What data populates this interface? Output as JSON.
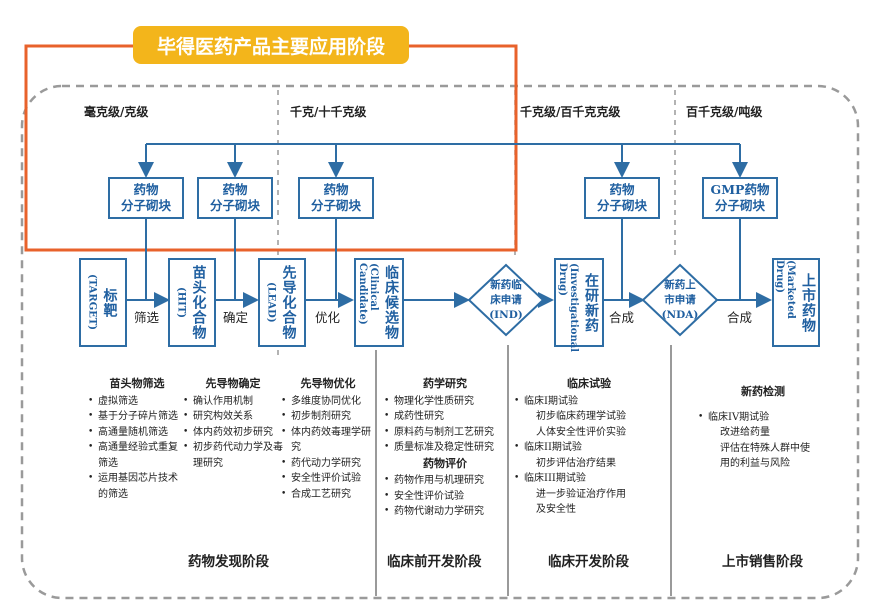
{
  "title": "毕得医药产品主要应用阶段",
  "scales": [
    "毫克级/克级",
    "千克/十千克级",
    "千克级/百千克克级",
    "百千克级/吨级"
  ],
  "molecule_boxes": [
    [
      "药物",
      "分子砌块"
    ],
    [
      "药物",
      "分子砌块"
    ],
    [
      "药物",
      "分子砌块"
    ],
    [
      "药物",
      "分子砌块"
    ],
    [
      "GMP药物",
      "分子砌块"
    ]
  ],
  "stages": [
    {
      "cn": "标靶",
      "en": "(TARGET)"
    },
    {
      "cn": "苗头化合物",
      "en": "(HIT)"
    },
    {
      "cn": "先导化合物",
      "en": "(LEAD)"
    },
    {
      "cn": "临床候选物",
      "en": "(Clinical Candidate)"
    },
    {
      "cn": "在研新药",
      "en": "(Investigational Drug)"
    },
    {
      "cn": "上市药物",
      "en": "(Marketed Drug)"
    }
  ],
  "diamonds": [
    [
      "新药临",
      "床申请",
      "(IND)"
    ],
    [
      "新药上",
      "市申请",
      "(NDA)"
    ]
  ],
  "edge_labels": [
    "筛选",
    "确定",
    "优化",
    "合成",
    "合成"
  ],
  "lists": {
    "hit_screening": {
      "heading": "苗头物筛选",
      "items": [
        "虚拟筛选",
        "基于分子碎片筛选",
        "高通量随机筛选",
        "高通量经验式重复筛选",
        "运用基因芯片技术的筛选"
      ]
    },
    "lead_determination": {
      "heading": "先导物确定",
      "items": [
        "确认作用机制",
        "研究构效关系",
        "体内药效初步研究",
        "初步药代动力学及毒理研究"
      ]
    },
    "lead_optimization": {
      "heading": "先导物优化",
      "items": [
        "多维度协同优化",
        "初步制剂研究",
        "体内药效毒理学研究",
        "药代动力学研究",
        "安全性评价试验",
        "合成工艺研究"
      ]
    },
    "pharmaceutics": {
      "heading": "药学研究",
      "items": [
        "物理化学性质研究",
        "成药性研究",
        "原料药与制剂工艺研究",
        "质量标准及稳定性研究"
      ]
    },
    "pharm_evaluation": {
      "heading": "药物评价",
      "items": [
        "药物作用与机理研究",
        "安全性评价试验",
        "药物代谢动力学研究"
      ]
    },
    "clinical_trials": {
      "heading": "临床试验",
      "groups": [
        {
          "bullet": "临床I期试验",
          "sub": [
            "初步临床药理学试验",
            "人体安全性评价实验"
          ]
        },
        {
          "bullet": "临床II期试验",
          "sub": [
            "初步评估治疗结果"
          ]
        },
        {
          "bullet": "临床III期试验",
          "sub": [
            "进一步验证治疗作用",
            "及安全性"
          ]
        }
      ]
    },
    "monitoring": {
      "heading": "新药检测",
      "bullet": "临床IV期试验",
      "sub": [
        "改进给药量",
        "评估在特殊人群中使",
        "用的利益与风险"
      ]
    }
  },
  "phases": [
    "药物发现阶段",
    "临床前开发阶段",
    "临床开发阶段",
    "上市销售阶段"
  ],
  "colors": {
    "title_bg": "#f3b51b",
    "highlight": "#e8622b",
    "box_border": "#2e6da4",
    "box_text": "#1f5fa0",
    "dashed": "#9a9a9a"
  }
}
